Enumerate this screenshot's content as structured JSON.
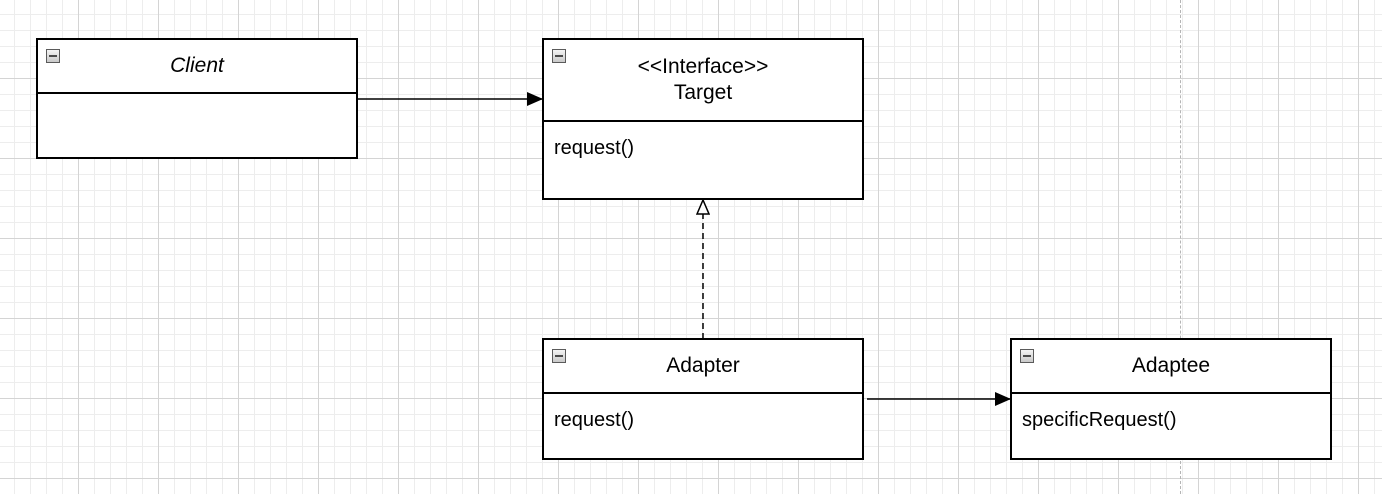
{
  "diagram": {
    "classes": {
      "client": {
        "name": "Client",
        "methods": []
      },
      "target": {
        "stereotype": "<<Interface>>",
        "name": "Target",
        "methods": [
          "request()"
        ]
      },
      "adapter": {
        "name": "Adapter",
        "methods": [
          "request()"
        ]
      },
      "adaptee": {
        "name": "Adaptee",
        "methods": [
          "specificRequest()"
        ]
      }
    },
    "relationships": [
      {
        "from": "Client",
        "to": "Target",
        "kind": "association"
      },
      {
        "from": "Adapter",
        "to": "Target",
        "kind": "realization"
      },
      {
        "from": "Adapter",
        "to": "Adaptee",
        "kind": "association"
      }
    ],
    "colors": {
      "line": "#000000",
      "grid_major": "#d4d4d4",
      "grid_minor": "#ededed",
      "page_break": "#b5b5b5"
    },
    "icons": {
      "collapse": "minus-square-icon"
    }
  }
}
